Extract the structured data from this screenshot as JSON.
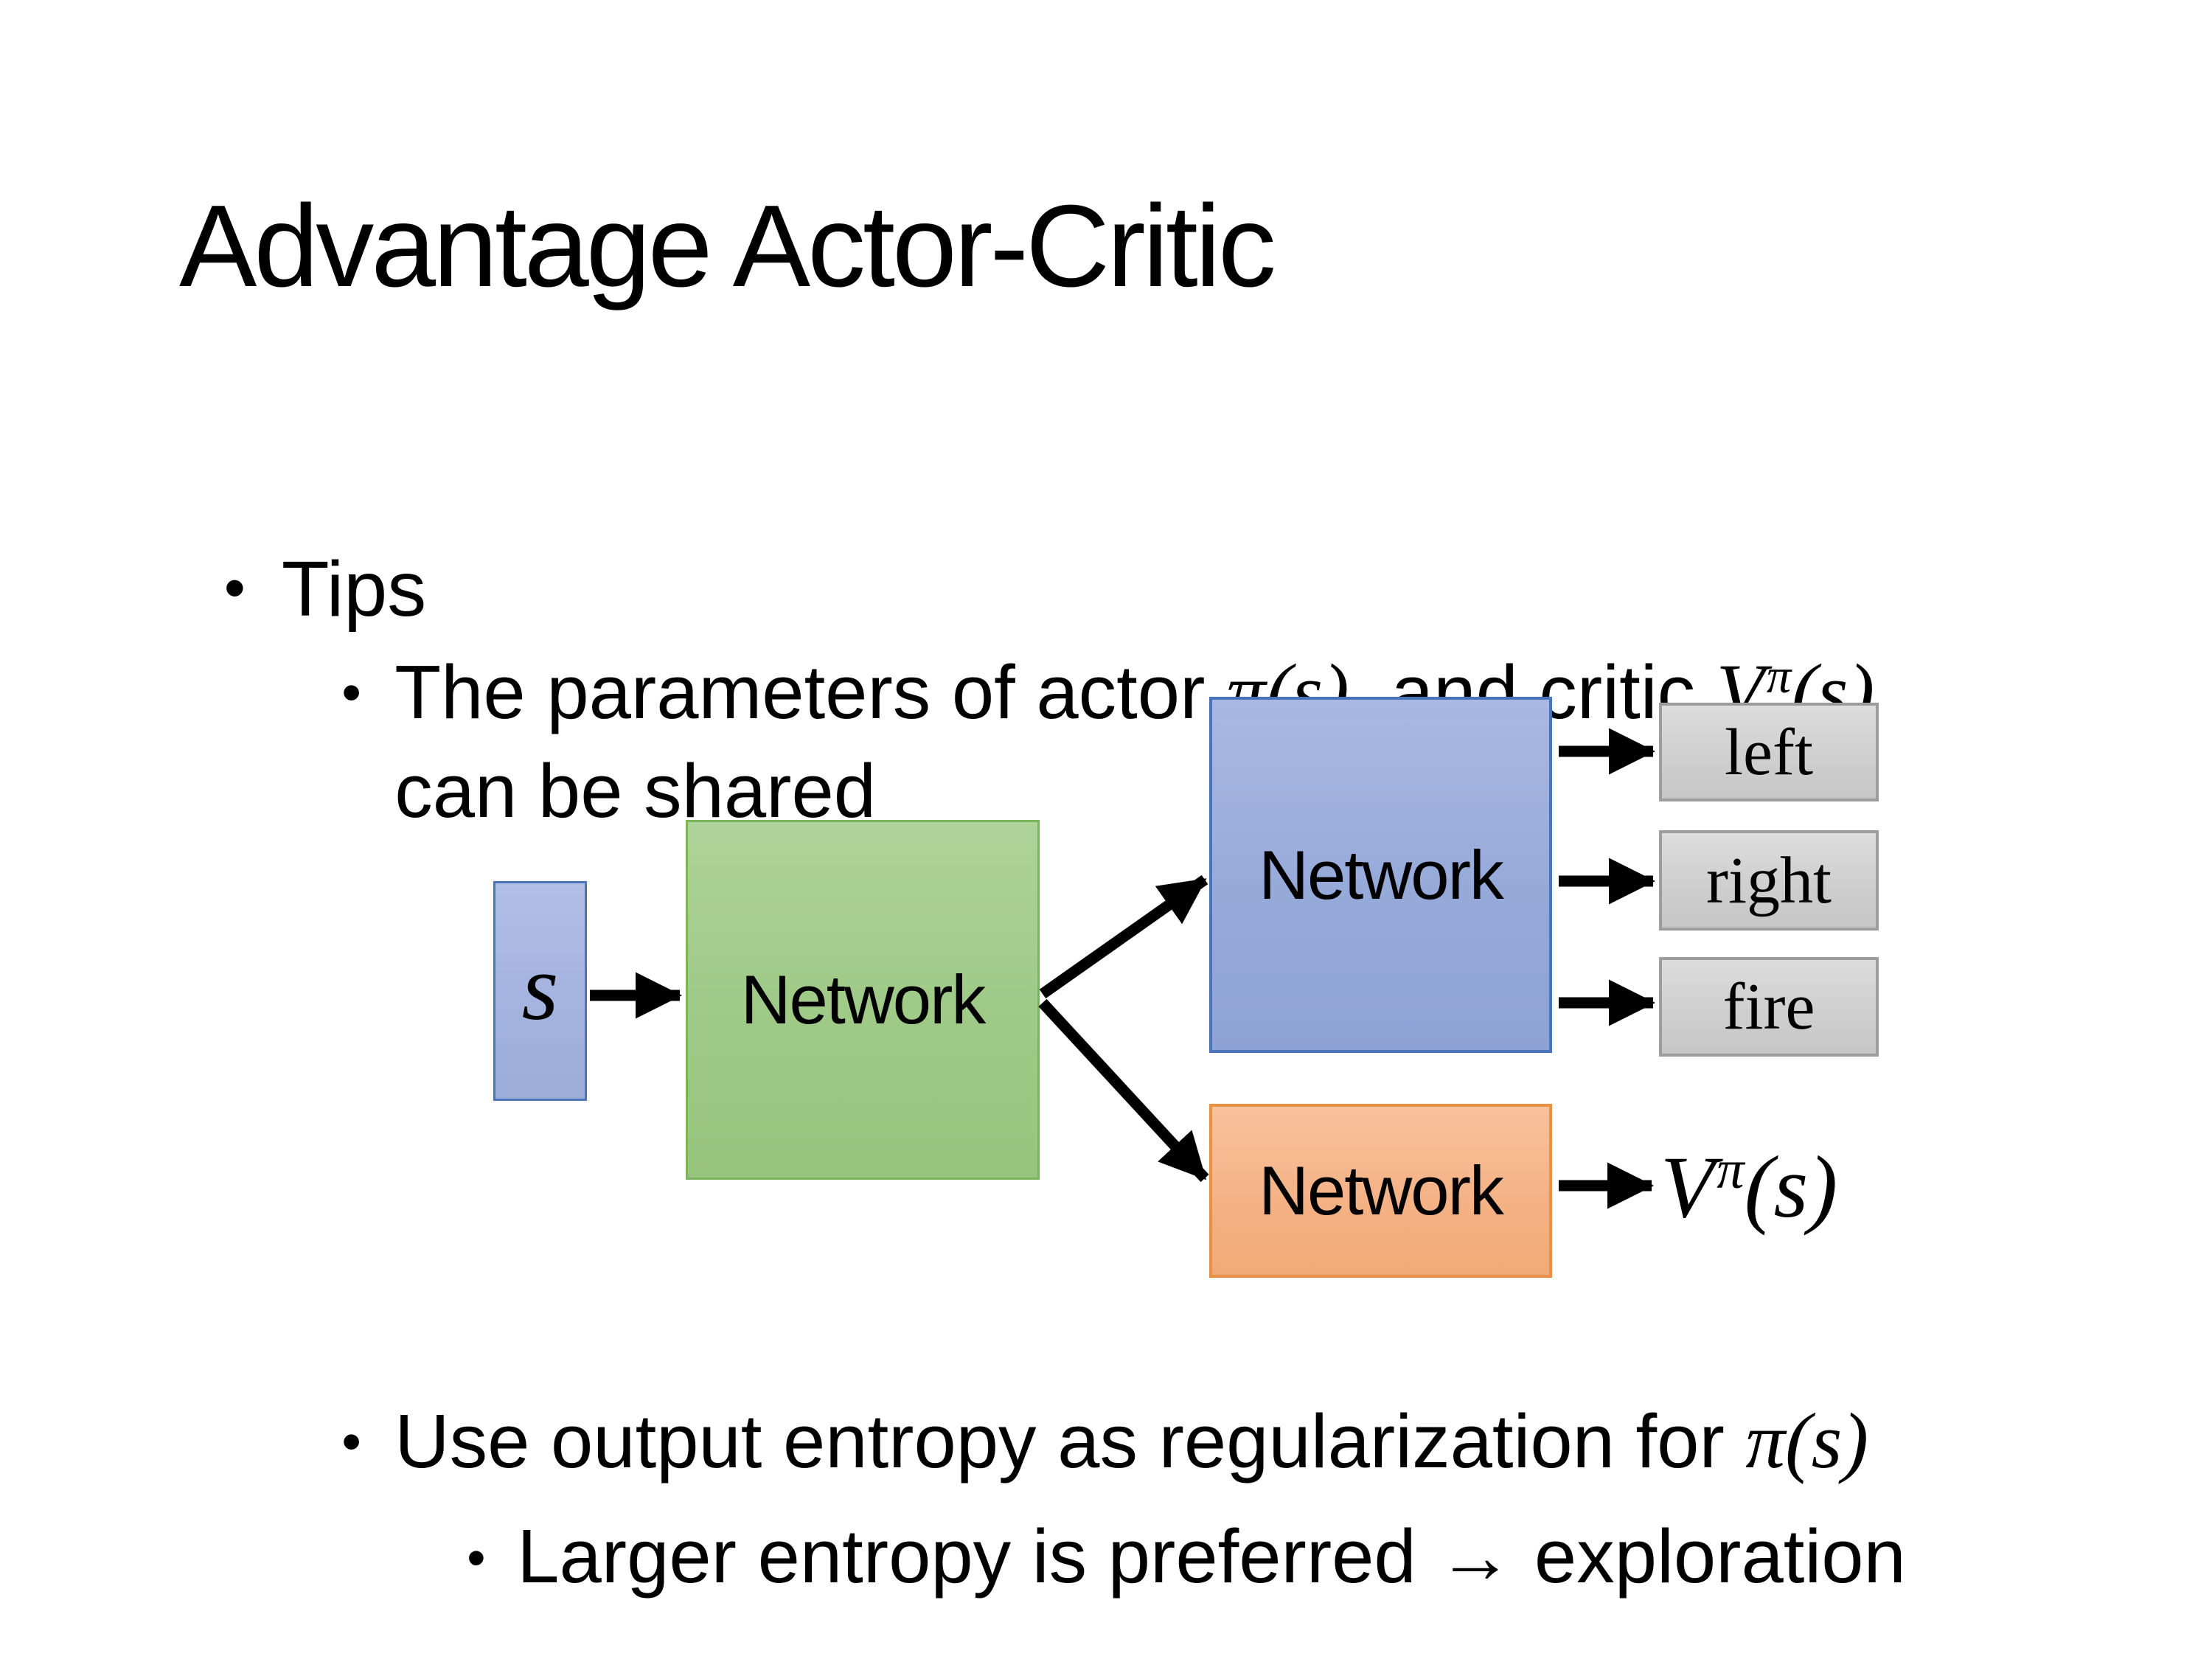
{
  "slide": {
    "title": "Advantage Actor-Critic",
    "bullet_glyph": "•",
    "bullets": {
      "tips": "Tips",
      "shared_prefix": "The parameters of actor ",
      "shared_math_actor": "π(s)",
      "shared_mid": "  and critic ",
      "shared_critic_base": "V",
      "shared_critic_sup": "π",
      "shared_critic_args": "(s)",
      "shared_line2": "can be shared",
      "entropy_prefix": "Use output entropy as regularization for ",
      "entropy_math": "π(s)",
      "entropy_sub": "Larger entropy is preferred → exploration"
    },
    "diagram": {
      "state_label": "s",
      "shared_network_label": "Network",
      "actor_network_label": "Network",
      "critic_network_label": "Network",
      "actions": [
        "left",
        "right",
        "fire"
      ],
      "value_base": "V",
      "value_sup": "π",
      "value_args": "(s)",
      "colors": {
        "state_fill": "#a6b5e0",
        "state_border": "#4a74ba",
        "shared_fill": "#a0ca88",
        "shared_border": "#7cb45c",
        "actor_fill": "#96aada",
        "actor_border": "#4a74ba",
        "critic_fill": "#f4b286",
        "critic_border": "#e89046",
        "action_fill": "#d0d0d0",
        "action_border": "#9d9d9d",
        "arrow": "#000000"
      }
    }
  }
}
